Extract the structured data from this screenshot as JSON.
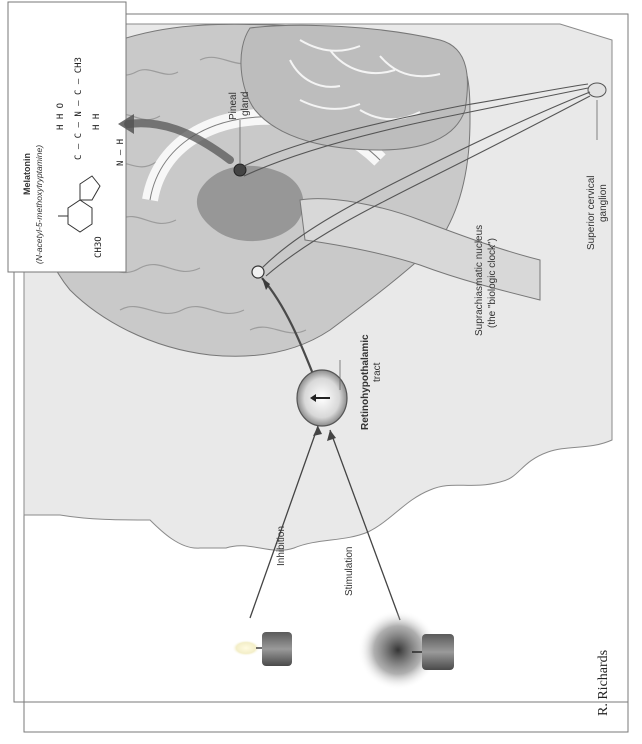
{
  "labels": {
    "melatonin_title": "Melatonin",
    "melatonin_subtitle": "(N-acetyl-5-methoxytryptamine)",
    "pineal_line1": "Pineal",
    "pineal_line2": "gland",
    "scn_line1": "Suprachiasmatic nucleus",
    "scn_line2": "(the \"biologic clock\")",
    "scg_line1": "Superior cervical",
    "scg_line2": "ganglion",
    "rht_line1": "Retinohypothalamic",
    "rht_line2": "tract",
    "inhibition": "Inhibition",
    "stimulation": "Stimulation",
    "credit": "R. Richards"
  },
  "chemistry": {
    "ch3o": "CH3O",
    "n_h": "N – H",
    "row_h_top": "H   H   O",
    "row_chain": "C – C – N – C – CH3",
    "row_h_bottom": "H   H"
  },
  "colors": {
    "brain_fill": "#c9c9c9",
    "shadow_fill": "#e9e9e9",
    "frame": "#7a7a7a"
  }
}
